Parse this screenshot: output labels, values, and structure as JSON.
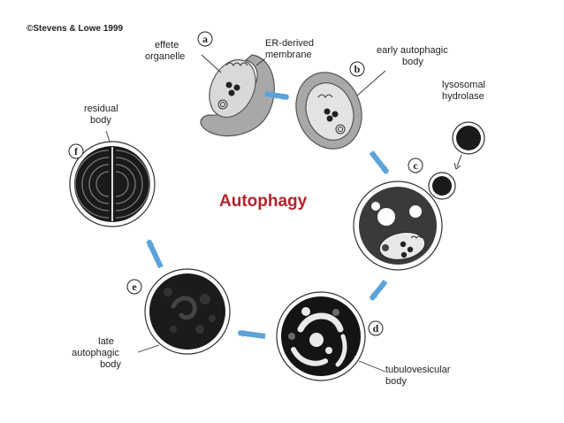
{
  "copyright": "©Stevens & Lowe 1999",
  "title": "Autophagy",
  "stage_letters": {
    "a": "a",
    "b": "b",
    "c": "c",
    "d": "d",
    "e": "e",
    "f": "f"
  },
  "labels": {
    "effete_1": "effete",
    "effete_2": "organelle",
    "er_1": "ER-derived",
    "er_2": "membrane",
    "early_1": "early autophagic",
    "early_2": "body",
    "lyso_1": "lysosomal",
    "lyso_2": "hydrolase",
    "resid_1": "residual",
    "resid_2": "body",
    "late_1": "late",
    "late_2": "autophagic",
    "late_3": "body",
    "tubulo_1": "tubulovesicular",
    "tubulo_2": "body"
  },
  "colors": {
    "arrow": "#5ba3d8",
    "title": "#b3242c",
    "membrane": "#9a9a9a",
    "dense": "#1a1a1a"
  }
}
